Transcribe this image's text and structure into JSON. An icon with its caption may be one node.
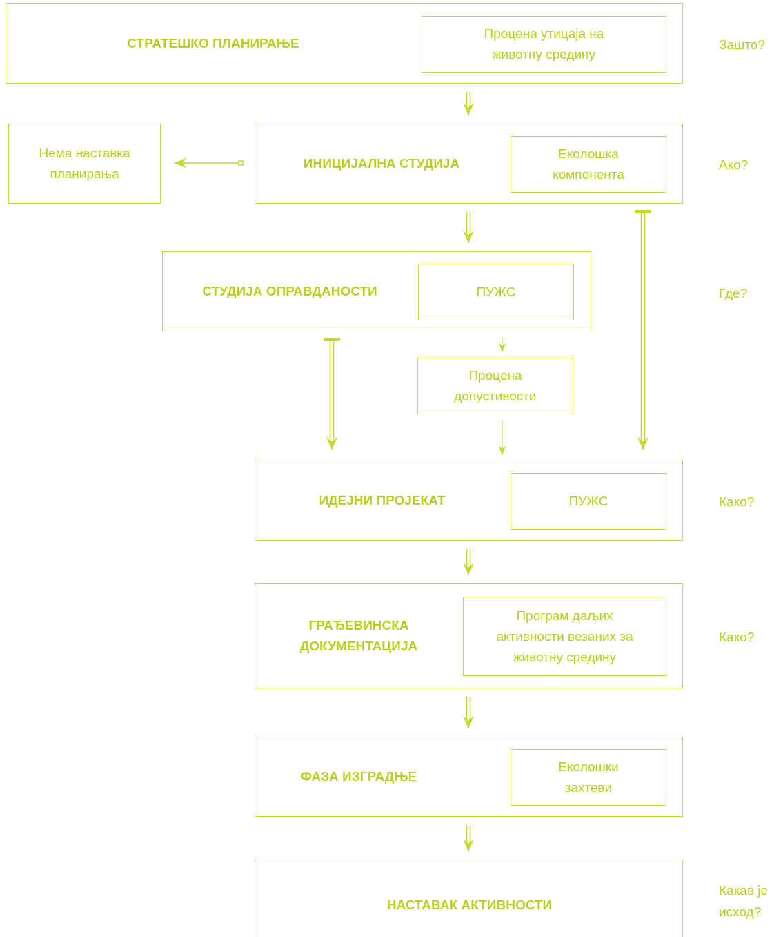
{
  "diagram": {
    "nodes": [
      {
        "text": [
          "СТРАТЕШКО ПЛАНИРАЊЕ"
        ]
      },
      {
        "text": [
          "Процена утицаја на животну средину"
        ],
        "in": 0
      },
      {
        "text": [
          "Нема наставка планирања"
        ]
      },
      {
        "text": [
          "ИНИЦИЈАЛНА СТУДИЈА"
        ]
      },
      {
        "text": [
          "Еколошка компонента"
        ],
        "in": 3
      },
      {
        "text": [
          "СТУДИЈА ОПРАВДАНОСТИ"
        ]
      },
      {
        "text": [
          "ПУЖС"
        ],
        "in": 5
      },
      {
        "text": [
          "Процена допустивости"
        ]
      },
      {
        "text": [
          "ИДЕЈНИ ПРОЈЕКАТ"
        ]
      },
      {
        "text": [
          "ПУЖС"
        ],
        "in": 8
      },
      {
        "text": [
          "ГРАЂЕВИНСКА ДОКУМЕНТАЦИЈА"
        ]
      },
      {
        "text": [
          "Програм даљих активности везаних за животну средину"
        ],
        "in": 10
      },
      {
        "text": [
          "ФАЗА ИЗГРАДЊЕ"
        ]
      },
      {
        "text": [
          "Еколошки захтеви"
        ],
        "in": 12
      },
      {
        "text": [
          "НАСТАВАК АКТИВНОСТИ"
        ]
      }
    ],
    "edges": [
      {
        "from": 0,
        "to": 3,
        "arrow": "to"
      },
      {
        "from": 3,
        "to": 2,
        "arrow": "to"
      },
      {
        "from": 3,
        "to": 5,
        "arrow": "to"
      },
      {
        "from": 3,
        "to": 8,
        "arrow": "to"
      },
      {
        "from": 5,
        "to": 8,
        "arrow": "to"
      },
      {
        "from": 5,
        "to": 7,
        "arrow": "to"
      },
      {
        "from": 7,
        "to": 8,
        "arrow": "to"
      },
      {
        "from": 8,
        "to": 10,
        "arrow": "to"
      },
      {
        "from": 10,
        "to": 12,
        "arrow": "to"
      },
      {
        "from": 12,
        "to": 14,
        "arrow": "to"
      }
    ],
    "labels": [
      "Зашто?",
      "Ако?",
      "Где?",
      "Како?",
      "Како?",
      "Какав је исход?"
    ]
  }
}
